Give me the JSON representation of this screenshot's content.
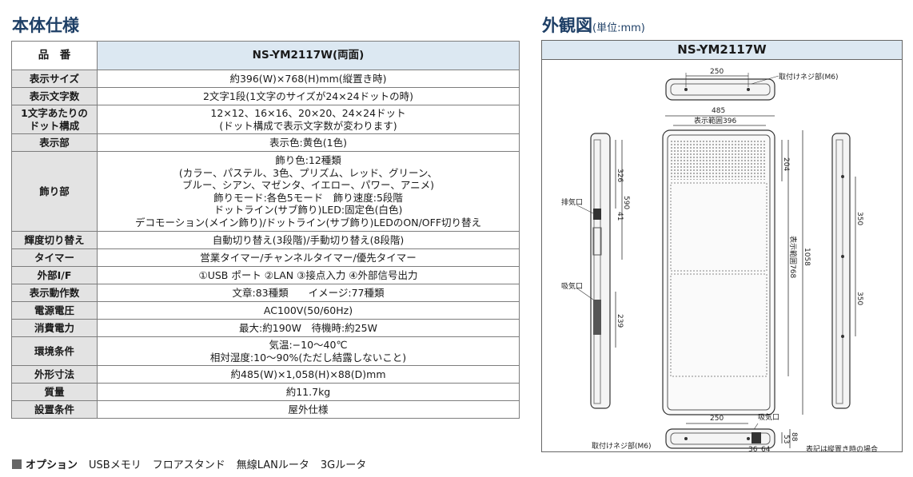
{
  "left_title": "本体仕様",
  "right_title": "外観図",
  "right_title_unit": "(単位:mm)",
  "spec_rows": [
    {
      "label": "品　番",
      "value": "NS-YM2117W(両面)"
    },
    {
      "label": "表示サイズ",
      "value": "約396(W)×768(H)mm(縦置き時)"
    },
    {
      "label": "表示文字数",
      "value": "2文字1段(1文字のサイズが24×24ドットの時)"
    },
    {
      "label": "1文字あたりの\nドット構成",
      "value": "12×12、16×16、20×20、24×24ドット\n(ドット構成で表示文字数が変わります)"
    },
    {
      "label": "表示部",
      "value": "表示色:黄色(1色)"
    },
    {
      "label": "飾り部",
      "value": "飾り色:12種類\n(カラー、パステル、3色、プリズム、レッド、グリーン、\nブルー、シアン、マゼンタ、イエロー、パワー、アニメ)\n飾りモード:各色5モード　飾り速度:5段階\nドットライン(サブ飾り)LED:固定色(白色)\nデコモーション(メイン飾り)/ドットライン(サブ飾り)LEDのON/OFF切り替え"
    },
    {
      "label": "輝度切り替え",
      "value": "自動切り替え(3段階)/手動切り替え(8段階)"
    },
    {
      "label": "タイマー",
      "value": "営業タイマー/チャンネルタイマー/優先タイマー"
    },
    {
      "label": "外部I/F",
      "value": "①USB ポート ②LAN ③接点入力 ④外部信号出力"
    },
    {
      "label": "表示動作数",
      "value": "文章:83種類　　イメージ:77種類"
    },
    {
      "label": "電源電圧",
      "value": "AC100V(50/60Hz)"
    },
    {
      "label": "消費電力",
      "value": "最大:約190W　待機時:約25W"
    },
    {
      "label": "環境条件",
      "value": "気温:−10〜40℃\n相対湿度:10〜90%(ただし結露しないこと)"
    },
    {
      "label": "外形寸法",
      "value": "約485(W)×1,058(H)×88(D)mm"
    },
    {
      "label": "質量",
      "value": "約11.7kg"
    },
    {
      "label": "設置条件",
      "value": "屋外仕様"
    }
  ],
  "option": {
    "label": "オプション",
    "items": [
      "USBメモリ",
      "フロアスタンド",
      "無線LANルータ",
      "3Gルータ"
    ]
  },
  "diagram": {
    "model": "NS-YM2117W",
    "labels": {
      "mount_screw_top": "取付けネジ部(M6)",
      "mount_screw_bottom": "取付けネジ部(M6)",
      "exhaust": "排気口",
      "intake_left": "吸気口",
      "intake_bottom": "吸気口",
      "display_range_w": "表示範囲396",
      "display_range_h": "表示範囲768",
      "note": "表記は縦置き時の場合"
    },
    "dims": {
      "top_250": "250",
      "width_485": "485",
      "d204": "204",
      "d326": "326",
      "d590": "590",
      "d41": "41",
      "d239": "239",
      "d1058": "1058",
      "d350a": "350",
      "d350b": "350",
      "bottom_250": "250",
      "d53": "53",
      "d88": "88",
      "d36": "36",
      "d64": "64"
    }
  }
}
